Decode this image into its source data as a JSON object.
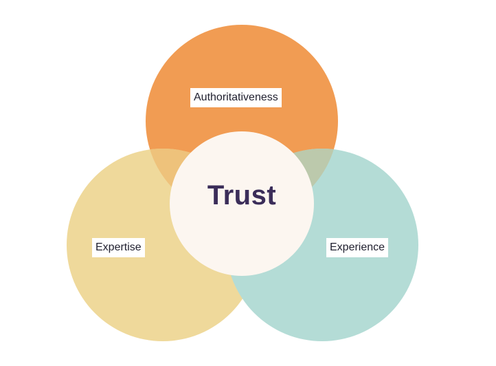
{
  "diagram": {
    "center_label": "Trust",
    "circles": [
      {
        "label": "Authoritativeness",
        "color": "#f19c53"
      },
      {
        "label": "Expertise",
        "color": "#efd99b"
      },
      {
        "label": "Experience",
        "color": "#b4dcd6"
      }
    ],
    "center_color": "#fcf6f0",
    "center_text_color": "#3b2d59",
    "overlap_top_left_color": "#eec27b",
    "overlap_top_right_color": "#bcc9ac"
  }
}
